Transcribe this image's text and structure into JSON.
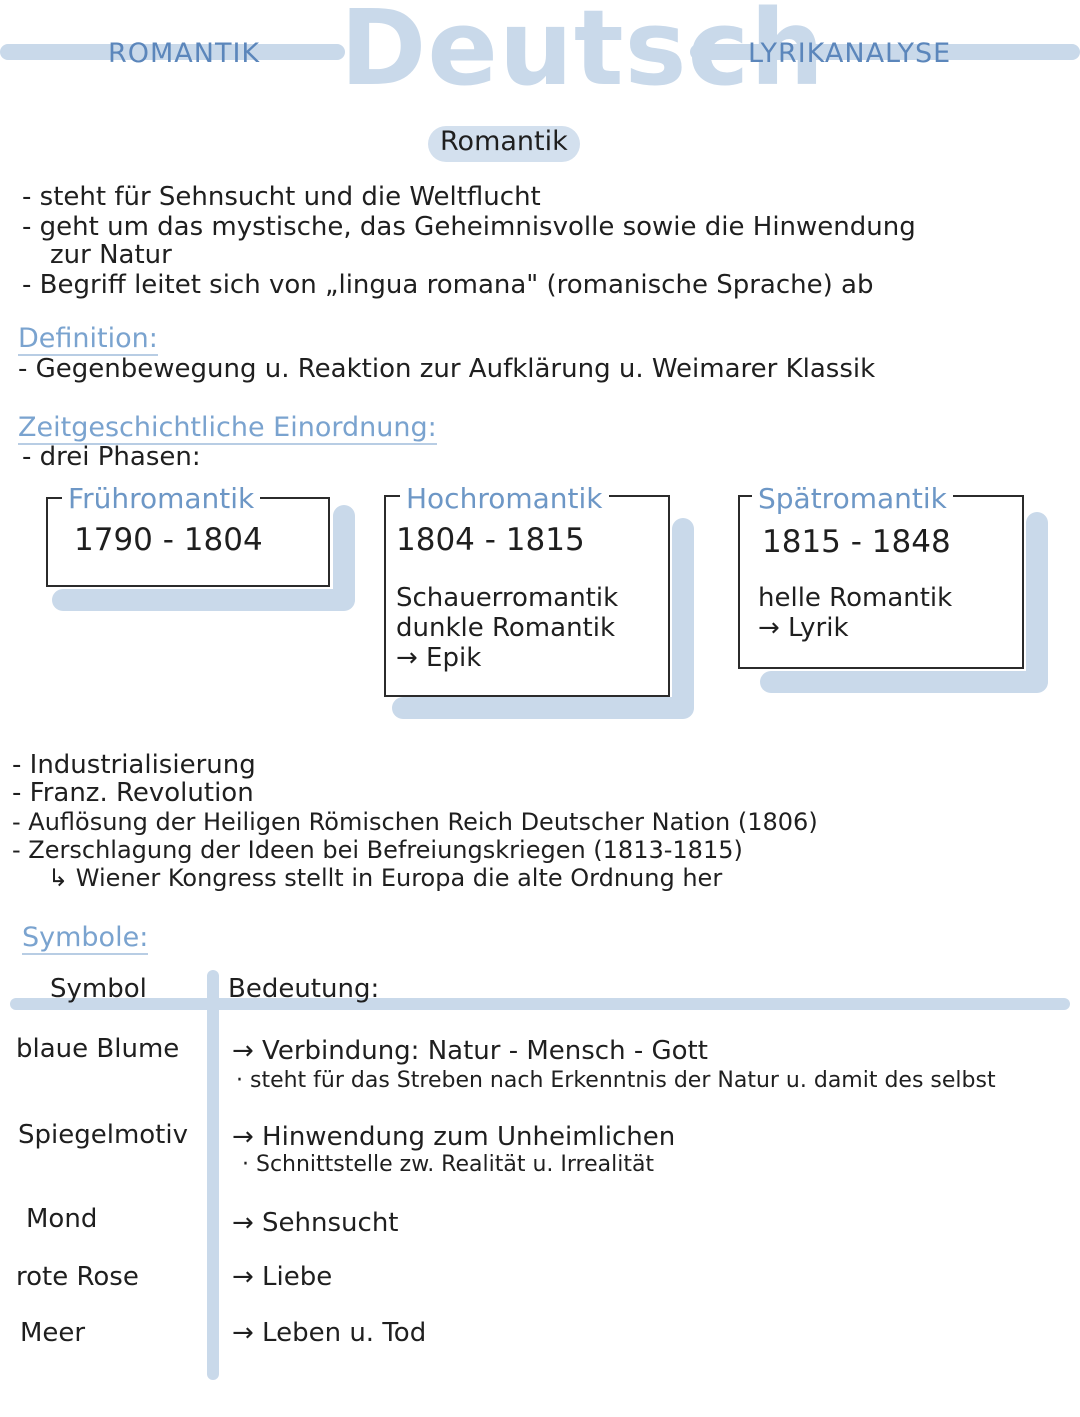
{
  "header": {
    "left": "ROMANTIK",
    "title": "Deutsch",
    "right": "LYRIKANALYSE"
  },
  "topic": "Romantik",
  "intro": [
    "- steht für Sehnsucht und die Weltflucht",
    "- geht um das mystische, das Geheimnisvolle sowie die Hinwendung",
    "zur Natur",
    "- Begriff leitet sich von „lingua romana\" (romanische Sprache) ab"
  ],
  "definition": {
    "label": "Definition:",
    "text": "- Gegenbewegung u. Reaktion zur Aufklärung u. Weimarer Klassik"
  },
  "zeit": {
    "label": "Zeitgeschichtliche Einordnung:",
    "intro": "- drei Phasen:",
    "phases": [
      {
        "title": "Frühromantik",
        "years": "1790 - 1804",
        "lines": []
      },
      {
        "title": "Hochromantik",
        "years": "1804 - 1815",
        "lines": [
          "Schauerromantik",
          "dunkle Romantik",
          "→ Epik"
        ]
      },
      {
        "title": "Spätromantik",
        "years": "1815 - 1848",
        "lines": [
          "helle Romantik",
          "→ Lyrik"
        ]
      }
    ]
  },
  "history": [
    "- Industrialisierung",
    "- Franz. Revolution",
    "- Auflösung der Heiligen Römischen Reich Deutscher Nation (1806)",
    "- Zerschlagung der Ideen bei Befreiungskriegen (1813-1815)",
    "↳ Wiener Kongress stellt in Europa die alte Ordnung her"
  ],
  "symbole": {
    "label": "Symbole:",
    "col_symbol": "Symbol",
    "col_meaning": "Bedeutung:",
    "rows": [
      {
        "symbol": "blaue Blume",
        "meaning": "→ Verbindung: Natur - Mensch - Gott",
        "sub": "· steht für das Streben nach Erkenntnis der Natur u. damit des selbst"
      },
      {
        "symbol": "Spiegelmotiv",
        "meaning": "→ Hinwendung zum Unheimlichen",
        "sub": "· Schnittstelle zw. Realität u. Irrealität"
      },
      {
        "symbol": "Mond",
        "meaning": "→ Sehnsucht",
        "sub": ""
      },
      {
        "symbol": "rote Rose",
        "meaning": "→ Liebe",
        "sub": ""
      },
      {
        "symbol": "Meer",
        "meaning": "→ Leben u. Tod",
        "sub": ""
      }
    ]
  },
  "colors": {
    "accent_light": "#c9d9ea",
    "accent_text": "#5b86bb",
    "ink": "#1f1f1f"
  }
}
